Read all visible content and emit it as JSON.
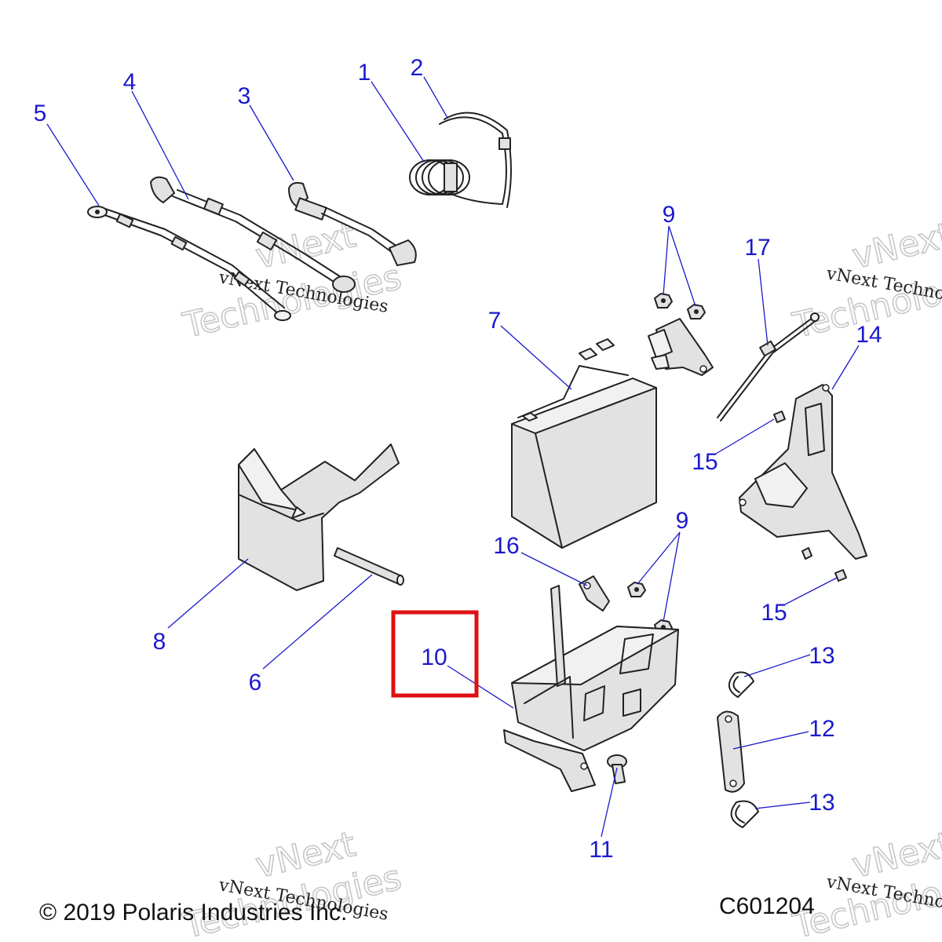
{
  "callouts": {
    "c1": "1",
    "c2": "2",
    "c3": "3",
    "c4": "4",
    "c5": "5",
    "c6": "6",
    "c7": "7",
    "c8": "8",
    "c9a": "9",
    "c9b": "9",
    "c10": "10",
    "c11": "11",
    "c12": "12",
    "c13a": "13",
    "c13b": "13",
    "c14": "14",
    "c15a": "15",
    "c15b": "15",
    "c16": "16",
    "c17": "17"
  },
  "highlight": {
    "callout": "10",
    "color": "#dd1111"
  },
  "colors": {
    "callout": "#1a1acc",
    "part_fill": "#e2e2e2",
    "outline": "#222222"
  },
  "watermark": {
    "small_text": "vNext Technologies",
    "big_line1": "vNext",
    "big_line2": "Technologies"
  },
  "footer": {
    "copyright": "© 2019 Polaris Industries Inc.",
    "drawing_code": "C601204"
  }
}
